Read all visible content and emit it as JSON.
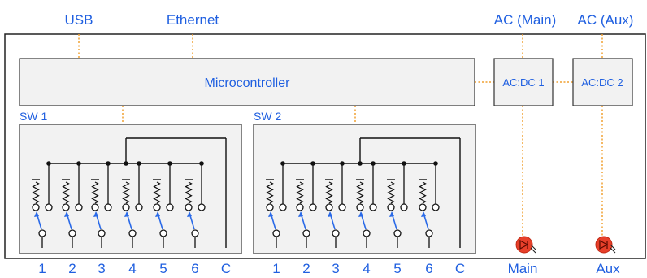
{
  "labels": {
    "usb": "USB",
    "ethernet": "Ethernet",
    "ac_main": "AC (Main)",
    "ac_aux": "AC (Aux)",
    "microcontroller": "Microcontroller",
    "acdc1": "AC:DC 1",
    "acdc2": "AC:DC 2",
    "sw1": "SW 1",
    "sw2": "SW 2",
    "main": "Main",
    "aux": "Aux"
  },
  "switch_blocks": [
    {
      "name": "SW 1",
      "ports": [
        "1",
        "2",
        "3",
        "4",
        "5",
        "6"
      ],
      "common": "C"
    },
    {
      "name": "SW 2",
      "ports": [
        "1",
        "2",
        "3",
        "4",
        "5",
        "6"
      ],
      "common": "C"
    }
  ],
  "colors": {
    "label": "#1f5fe0",
    "box_fill": "#f2f2f2",
    "box_stroke": "#333333",
    "wire": "#111111",
    "dotted_link": "#f0a030",
    "switch_arm": "#2a6ae8",
    "led_fill": "#e8402a",
    "led_dark": "#c02814"
  }
}
